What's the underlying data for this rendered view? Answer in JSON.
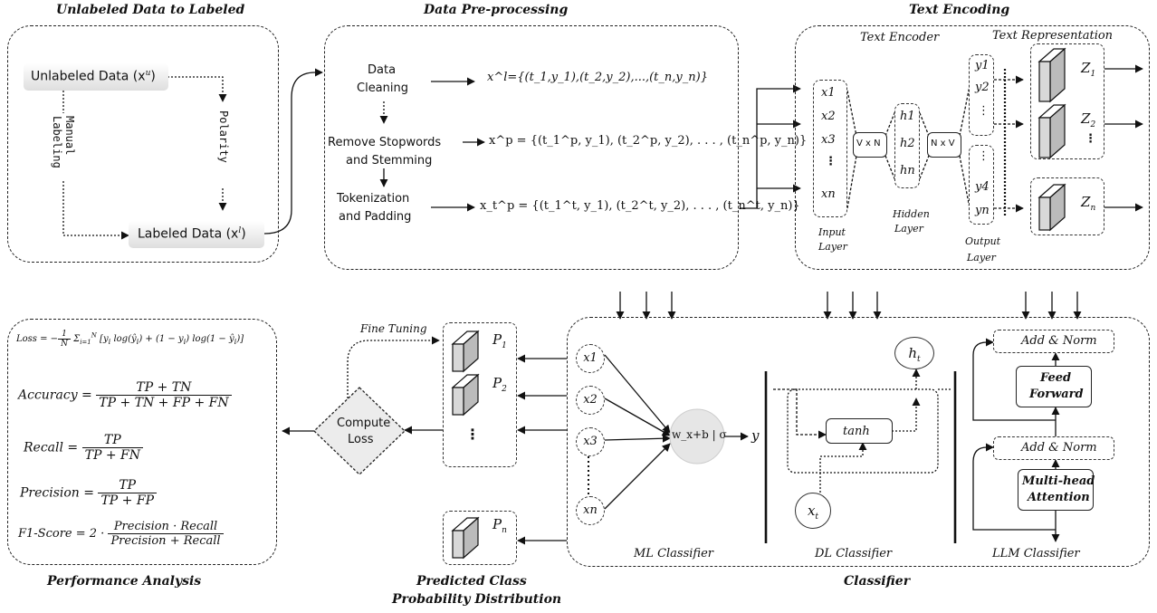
{
  "titles": {
    "unlabeled": "Unlabeled Data to Labeled",
    "preprocessing": "Data Pre-processing",
    "encoding": "Text Encoding",
    "performance": "Performance Analysis",
    "predicted_line1": "Predicted Class",
    "predicted_line2": "Probability Distribution",
    "classifier": "Classifier"
  },
  "labeling": {
    "unlabeled_box": "Unlabeled Data (x",
    "unlabeled_sup": "u",
    "labeled_box": "Labeled Data (x",
    "labeled_sup": "l",
    "manual_labeling": "Manual Labeling",
    "polarity": "Polarity"
  },
  "preprocessing": {
    "cleaning_line1": "Data",
    "cleaning_line2": "Cleaning",
    "stop_line1": "Remove Stopwords",
    "stop_line2": "and Stemming",
    "token_line1": "Tokenization",
    "token_line2": "and Padding",
    "eq_clean": "x^l={(t_1,y_1),(t_2,y_2),...,(t_n,y_n)}",
    "eq_stop": "x^p = {(t_1^p, y_1), (t_2^p, y_2), . . . , (t_n^p, y_n)}",
    "eq_token": "x_t^p = {(t_1^t, y_1), (t_2^t, y_2), . . . , (t_n^t, y_n)}"
  },
  "encoding": {
    "encoder_label": "Text Encoder",
    "representation_label": "Text Representation",
    "input_nodes": [
      "x1",
      "x2",
      "x3",
      "⋮",
      "xn"
    ],
    "hidden_nodes": [
      "h1",
      "h2",
      "hn"
    ],
    "output_nodes_top": [
      "y1",
      "y2",
      "⋮"
    ],
    "output_nodes_bottom": [
      "⋮",
      "y4",
      "yn"
    ],
    "weight1": "V x N",
    "weight2": "N x V",
    "input_layer_line1": "Input",
    "input_layer_line2": "Layer",
    "hidden_layer_line1": "Hidden",
    "hidden_layer_line2": "Layer",
    "output_layer_line1": "Output",
    "output_layer_line2": "Layer",
    "z1": "Z",
    "z1_sub": "1",
    "z2": "Z",
    "z2_sub": "2",
    "zn": "Z",
    "zn_sub": "n"
  },
  "metrics": {
    "loss_lhs": "Loss",
    "accuracy_lhs": "Accuracy",
    "accuracy_num": "TP + TN",
    "accuracy_den": "TP + TN + FP + FN",
    "recall_lhs": "Recall",
    "recall_num": "TP",
    "recall_den": "TP + FN",
    "precision_lhs": "Precision",
    "precision_num": "TP",
    "precision_den": "TP + FP",
    "f1_lhs": "F1-Score",
    "f1_num": "Precision · Recall",
    "f1_den": "Precision + Recall"
  },
  "loss_block": {
    "fine_tuning": "Fine Tuning",
    "compute_line1": "Compute",
    "compute_line2": "Loss",
    "p1": "P",
    "p1_sub": "1",
    "p2": "P",
    "p2_sub": "2",
    "pn": "P",
    "pn_sub": "n"
  },
  "classifier": {
    "ml_inputs": [
      "x1",
      "x2",
      "x3",
      "xn"
    ],
    "neuron": "w_x+b | σ",
    "output": "y",
    "ml_label": "ML Classifier",
    "dl_label": "DL Classifier",
    "llm_label": "LLM Classifier",
    "tanh": "tanh",
    "ht": "h",
    "ht_sub": "t",
    "xt": "x",
    "xt_sub": "t",
    "add_norm": "Add & Norm",
    "feed_forward_line1": "Feed",
    "feed_forward_line2": "Forward",
    "attention_line1": "Multi-head",
    "attention_line2": "Attention"
  }
}
